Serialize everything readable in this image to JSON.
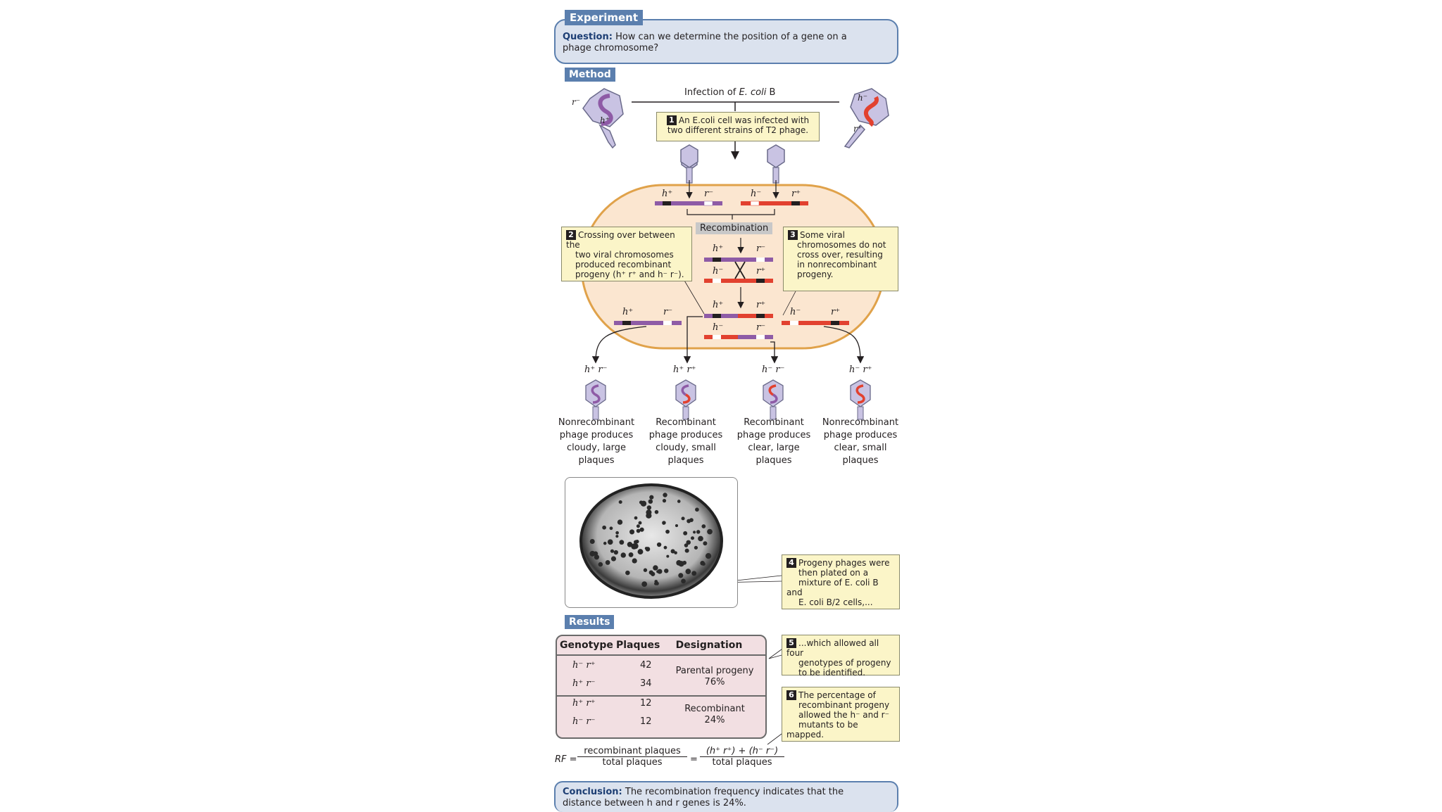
{
  "experiment_label": "Experiment",
  "question_label": "Question:",
  "question_text_1": "How can we determine the position of a gene on a",
  "question_text_2": "phage chromosome?",
  "method_label": "Method",
  "infection_label_prefix": "Infection of ",
  "infection_label_ecoli": "E. coli",
  "infection_label_suffix": " B",
  "step1_num": "1",
  "step1_text_1": "An E.coli cell was infected with",
  "step1_text_2": "two different strains of T2 phage.",
  "step2_num": "2",
  "step2_lines": [
    "Crossing over between the",
    "two viral chromosomes",
    "produced recombinant",
    "progeny (h⁺ r⁺ and h⁻ r⁻)."
  ],
  "step3_num": "3",
  "step3_lines": [
    "Some viral",
    "chromosomes do not",
    "cross over, resulting",
    "in nonrecombinant",
    "progeny."
  ],
  "recombination_label": "Recombination",
  "genes": {
    "h_plus": "h⁺",
    "h_minus": "h⁻",
    "r_plus": "r⁺",
    "r_minus": "r⁻"
  },
  "progeny": [
    {
      "genotype": "h⁺ r⁻",
      "lines": [
        "Nonrecombinant",
        "phage produces",
        "cloudy, large",
        "plaques"
      ]
    },
    {
      "genotype": "h⁺ r⁺",
      "lines": [
        "Recombinant",
        "phage produces",
        "cloudy, small",
        "plaques"
      ]
    },
    {
      "genotype": "h⁻ r⁻",
      "lines": [
        "Recombinant",
        "phage produces",
        "clear, large",
        "plaques"
      ]
    },
    {
      "genotype": "h⁻ r⁺",
      "lines": [
        "Nonrecombinant",
        "phage produces",
        "clear, small",
        "plaques"
      ]
    }
  ],
  "step4_num": "4",
  "step4_lines": [
    "Progeny phages were",
    "then plated on a",
    "mixture of E. coli B and",
    "E. coli B/2 cells,..."
  ],
  "results_label": "Results",
  "table": {
    "headers": [
      "Genotype",
      "Plaques",
      "Designation"
    ],
    "rows": [
      {
        "genotype": "h⁻ r⁺",
        "plaques": "42"
      },
      {
        "genotype": "h⁺ r⁻",
        "plaques": "34"
      },
      {
        "genotype": "h⁺ r⁺",
        "plaques": "12"
      },
      {
        "genotype": "h⁻ r⁻",
        "plaques": "12"
      }
    ],
    "group1_label": "Parental progeny",
    "group1_pct": "76%",
    "group2_label": "Recombinant",
    "group2_pct": "24%"
  },
  "step5_num": "5",
  "step5_lines": [
    "...which allowed all four",
    "genotypes of progeny",
    "to be identified."
  ],
  "step6_num": "6",
  "step6_lines": [
    "The percentage of",
    "recombinant progeny",
    "allowed the h⁻ and r⁻",
    "mutants to be mapped."
  ],
  "formula": {
    "lhs": "RF =",
    "num1": "recombinant plaques",
    "den1": "total plaques",
    "eq": "=",
    "num2": "(h⁺ r⁺) + (h⁻ r⁻)",
    "den2": "total plaques"
  },
  "conclusion_label": "Conclusion:",
  "conclusion_text_1": "The recombination frequency indicates that the",
  "conclusion_text_2": "distance between h and r genes is 24%.",
  "colors": {
    "purple": "#8e5ba6",
    "red": "#e2412f",
    "cell_fill": "#fbe6d0",
    "cell_border": "#e0a24a",
    "accent": "#5b7fae"
  }
}
